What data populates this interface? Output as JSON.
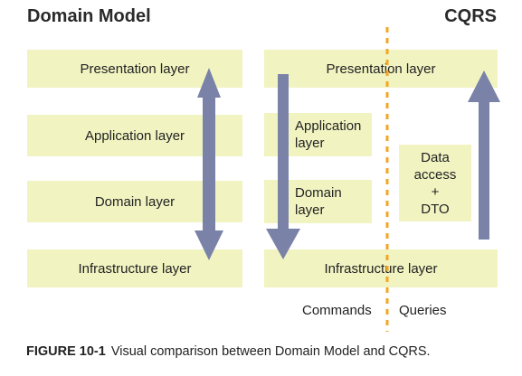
{
  "left_panel": {
    "title": "Domain Model",
    "layers": [
      "Presentation layer",
      "Application layer",
      "Domain layer",
      "Infrastructure layer"
    ]
  },
  "right_panel": {
    "title": "CQRS",
    "presentation": "Presentation layer",
    "application": "Application\nlayer",
    "domain": "Domain\nlayer",
    "data_access": "Data\naccess\n+\nDTO",
    "infrastructure": "Infrastructure layer",
    "commands_label": "Commands",
    "queries_label": "Queries"
  },
  "caption": {
    "figure_label": "FIGURE 10-1",
    "text": "Visual comparison between Domain Model and CQRS."
  },
  "colors": {
    "layer_fill": "#f1f4c1",
    "arrow": "#7a82a8",
    "divider": "#f5a623"
  }
}
